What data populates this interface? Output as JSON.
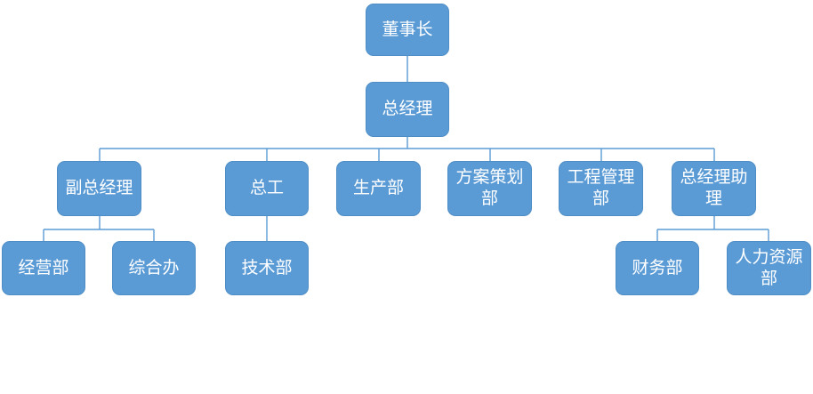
{
  "diagram": {
    "type": "org-chart",
    "colors": {
      "node_fill": "#5b9bd5",
      "node_border": "#4e8dc6",
      "node_text": "#ffffff",
      "connector": "#5b9bd5",
      "background": "#ffffff"
    },
    "nodes": [
      {
        "id": "chairman",
        "label": "董事长",
        "level": 1,
        "parent": null
      },
      {
        "id": "gm",
        "label": "总经理",
        "level": 2,
        "parent": "chairman"
      },
      {
        "id": "deputy-gm",
        "label": "副总经理",
        "level": 3,
        "parent": "gm"
      },
      {
        "id": "chief-engineer",
        "label": "总工",
        "level": 3,
        "parent": "gm"
      },
      {
        "id": "production",
        "label": "生产部",
        "level": 3,
        "parent": "gm"
      },
      {
        "id": "planning",
        "label": "方案策划部",
        "level": 3,
        "parent": "gm"
      },
      {
        "id": "eng-mgmt",
        "label": "工程管理部",
        "level": 3,
        "parent": "gm"
      },
      {
        "id": "gm-assistant",
        "label": "总经理助理",
        "level": 3,
        "parent": "gm"
      },
      {
        "id": "business",
        "label": "经营部",
        "level": 4,
        "parent": "deputy-gm"
      },
      {
        "id": "general-office",
        "label": "综合办",
        "level": 4,
        "parent": "deputy-gm"
      },
      {
        "id": "technical",
        "label": "技术部",
        "level": 4,
        "parent": "chief-engineer"
      },
      {
        "id": "finance",
        "label": "财务部",
        "level": 4,
        "parent": "gm-assistant"
      },
      {
        "id": "hr",
        "label": "人力资源部",
        "level": 4,
        "parent": "gm-assistant"
      }
    ]
  }
}
